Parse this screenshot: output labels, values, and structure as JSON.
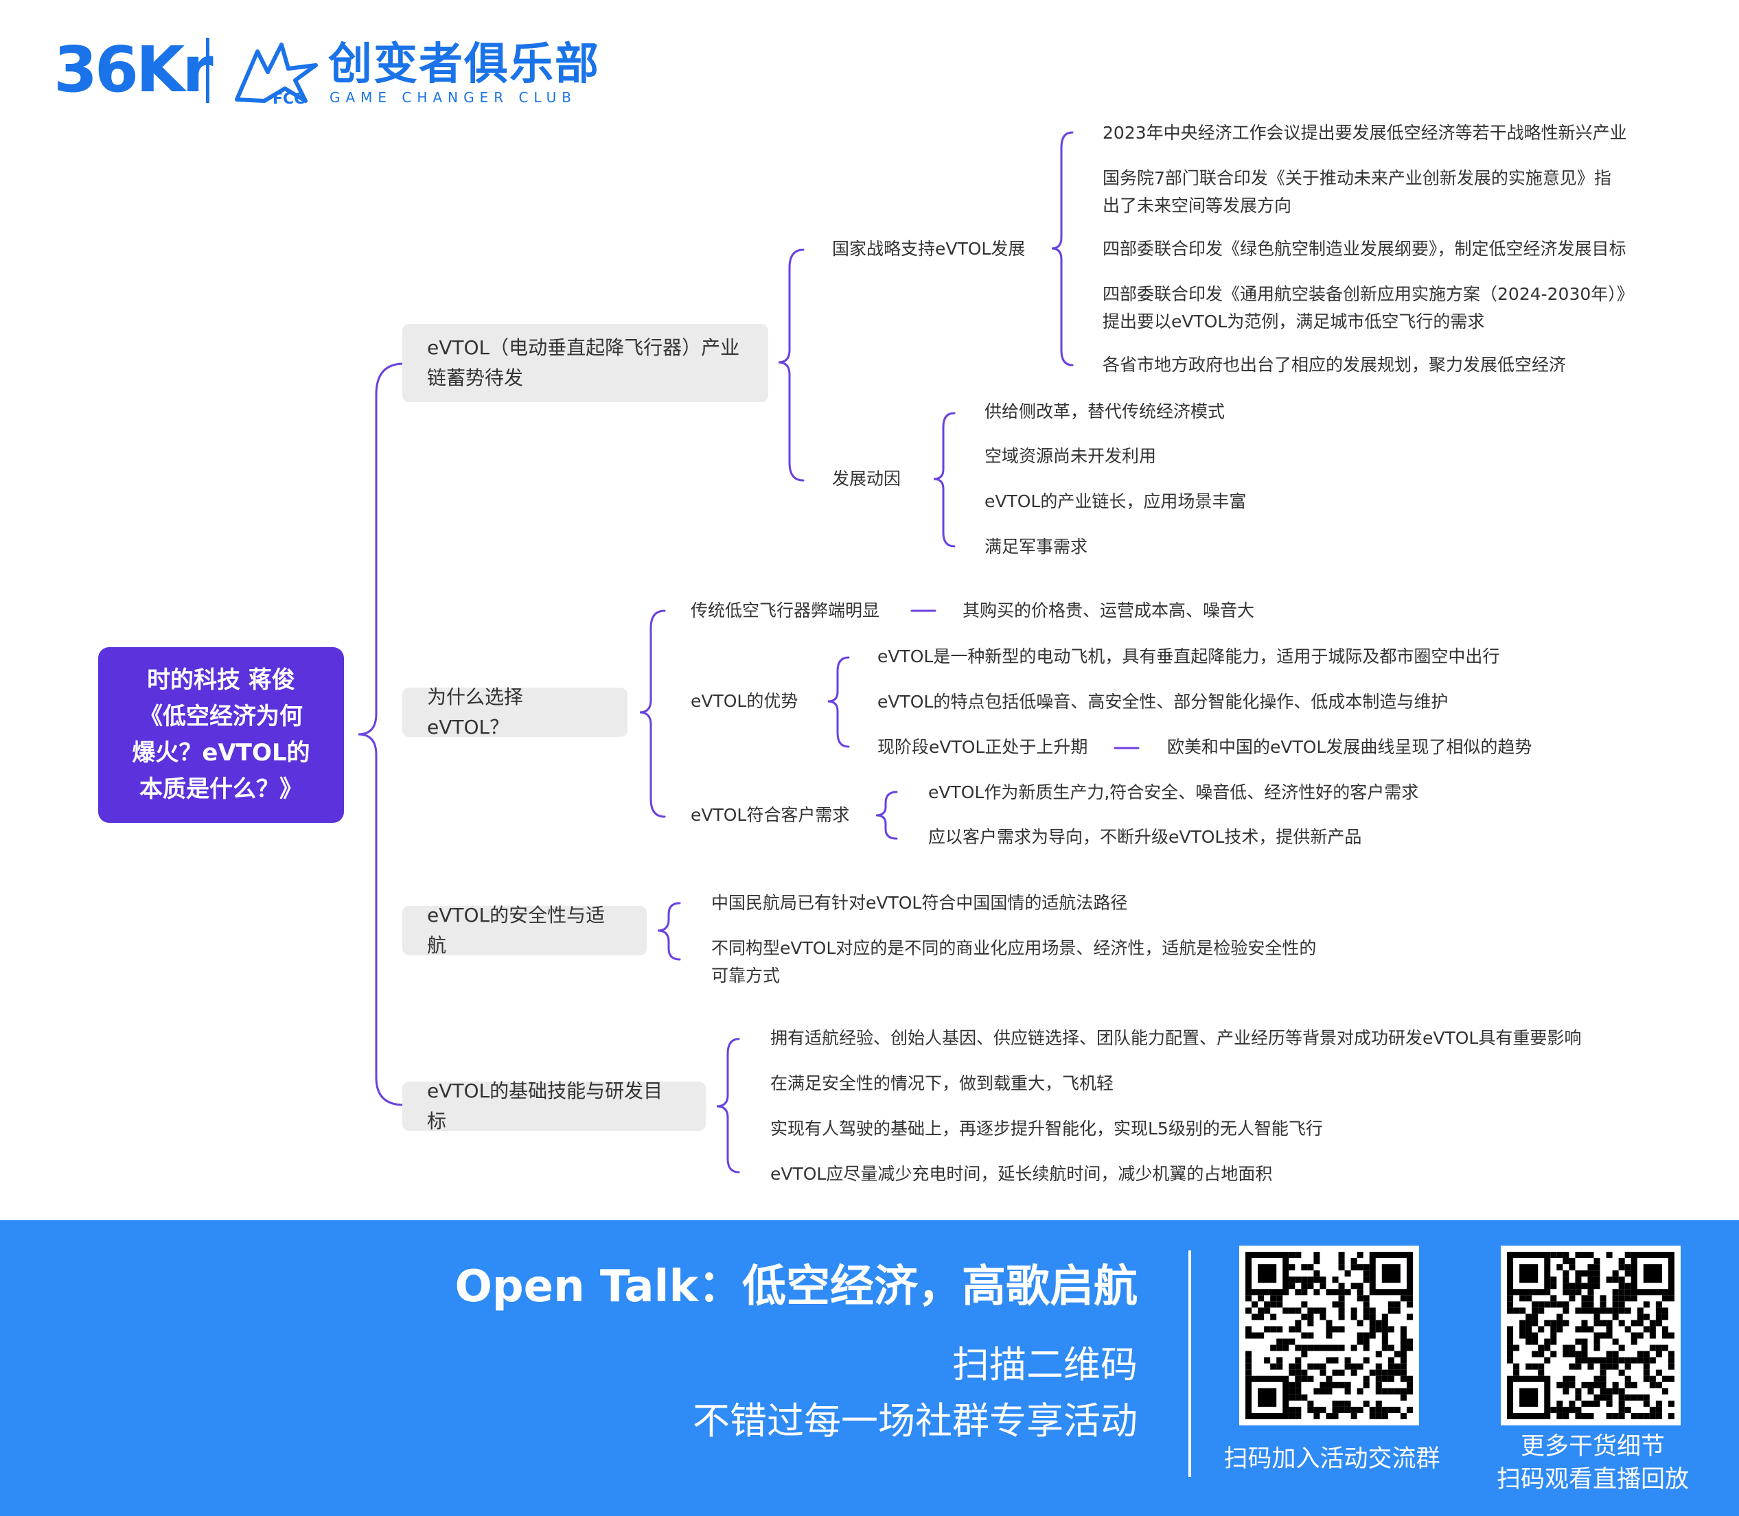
{
  "header": {
    "logo_36kr": "36Kr",
    "club_name_cn": "创变者俱乐部",
    "club_name_en": "GAME CHANGER CLUB",
    "club_mark": "FCC"
  },
  "mindmap": {
    "root": [
      "时的科技 蒋俊",
      "《低空经济为何",
      "爆火？eVTOL的",
      "本质是什么？》"
    ],
    "branches": [
      {
        "label": [
          "eVTOL（电动垂直起降飞行器）产业",
          "链蓄势待发"
        ],
        "children": [
          {
            "label": "国家战略支持eVTOL发展",
            "children": [
              [
                "2023年中央经济工作会议提出要发展低空经济等若干战略性新兴产业"
              ],
              [
                "国务院7部门联合印发《关于推动未来产业创新发展的实施意见》指",
                "出了未来空间等发展方向"
              ],
              [
                "四部委联合印发《绿色航空制造业发展纲要》，制定低空经济发展目标"
              ],
              [
                "四部委联合印发《通用航空装备创新应用实施方案（2024-2030年）》",
                "提出要以eVTOL为范例，满足城市低空飞行的需求"
              ],
              [
                "各省市地方政府也出台了相应的发展规划，聚力发展低空经济"
              ]
            ]
          },
          {
            "label": "发展动因",
            "children": [
              [
                "供给侧改革，替代传统经济模式"
              ],
              [
                "空域资源尚未开发利用"
              ],
              [
                "eVTOL的产业链长，应用场景丰富"
              ],
              [
                "满足军事需求"
              ]
            ]
          }
        ]
      },
      {
        "label": [
          "为什么选择eVTOL？"
        ],
        "children": [
          {
            "label": "传统低空飞行器弊端明显",
            "detail": "其购买的价格贵、运营成本高、噪音大"
          },
          {
            "label": "eVTOL的优势",
            "children": [
              {
                "text": "eVTOL是一种新型的电动飞机，具有垂直起降能力，适用于城际及都市圈空中出行"
              },
              {
                "text": "eVTOL的特点包括低噪音、高安全性、部分智能化操作、低成本制造与维护"
              },
              {
                "text": "现阶段eVTOL正处于上升期",
                "detail": "欧美和中国的eVTOL发展曲线呈现了相似的趋势"
              }
            ]
          },
          {
            "label": "eVTOL符合客户需求",
            "children": [
              {
                "text": "eVTOL作为新质生产力,符合安全、噪音低、经济性好的客户需求"
              },
              {
                "text": "应以客户需求为导向，不断升级eVTOL技术，提供新产品"
              }
            ]
          }
        ]
      },
      {
        "label": [
          "eVTOL的安全性与适航"
        ],
        "children": [
          [
            "中国民航局已有针对eVTOL符合中国国情的适航法路径"
          ],
          [
            "不同构型eVTOL对应的是不同的商业化应用场景、经济性，适航是检验安全性的",
            "可靠方式"
          ]
        ]
      },
      {
        "label": [
          "eVTOL的基础技能与研发目标"
        ],
        "children": [
          [
            "拥有适航经验、创始人基因、供应链选择、团队能力配置、产业经历等背景对成功研发eVTOL具有重要影响"
          ],
          [
            "在满足安全性的情况下，做到载重大，飞机轻"
          ],
          [
            "实现有人驾驶的基础上，再逐步提升智能化，实现L5级别的无人智能飞行"
          ],
          [
            "eVTOL应尽量减少充电时间，延长续航时间，减少机翼的占地面积"
          ]
        ]
      }
    ]
  },
  "footer": {
    "title": "Open Talk：低空经济，高歌启航",
    "line1": "扫描二维码",
    "line2": "不错过每一场社群专享活动",
    "qr1_caption": "扫码加入活动交流群",
    "qr2_caption": [
      "更多干货细节",
      "扫码观看直播回放"
    ]
  },
  "colors": {
    "brand_blue": "#1a73e8",
    "root_purple": "#5b32db",
    "connector_purple": "#6a42e0",
    "node_gray": "#ebebeb",
    "footer_blue": "#2f8bf5"
  }
}
